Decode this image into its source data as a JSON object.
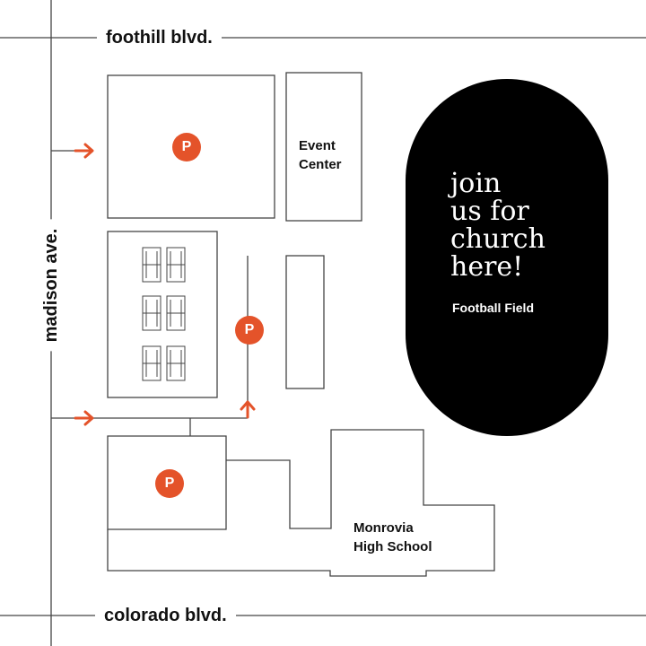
{
  "streets": {
    "north": "foothill blvd.",
    "south": "colorado blvd.",
    "west": "madison ave."
  },
  "buildings": {
    "event_center": {
      "line1": "Event",
      "line2": "Center"
    },
    "high_school": {
      "line1": "Monrovia",
      "line2": "High School"
    }
  },
  "field": {
    "message_lines": [
      "join",
      "us for",
      "church",
      "here!"
    ],
    "label": "Football Field"
  },
  "parking": {
    "symbol": "P",
    "lots": [
      "north-lot",
      "center-lot",
      "south-lot"
    ]
  },
  "colors": {
    "accent": "#e4532a",
    "field": "#000000",
    "lines": "#444444",
    "background": "#ffffff"
  },
  "icons": {
    "entrance": "arrow-right-icon",
    "entrance_up": "arrow-up-icon",
    "parking": "parking-icon"
  }
}
